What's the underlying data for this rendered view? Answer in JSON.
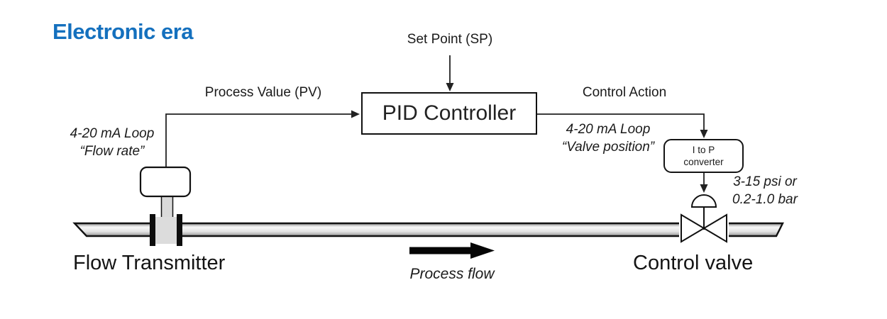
{
  "title": {
    "text": "Electronic era"
  },
  "diagram": {
    "set_point_label": "Set Point (SP)",
    "process_value_label": "Process Value (PV)",
    "control_action_label": "Control Action",
    "pid_controller_label": "PID Controller",
    "itop_converter": {
      "line1": "I to P",
      "line2": "converter"
    },
    "loop_flow": {
      "line1": "4-20 mA Loop",
      "line2": "“Flow rate”"
    },
    "loop_valve": {
      "line1": "4-20 mA Loop",
      "line2": "“Valve position”"
    },
    "pneumatic_range": {
      "line1": "3-15 psi or",
      "line2": "0.2-1.0 bar"
    },
    "flow_transmitter_label": "Flow Transmitter",
    "control_valve_label": "Control valve",
    "process_flow_label": "Process flow"
  },
  "colors": {
    "accent_blue": "#1470BE",
    "ink": "#1a1a1a",
    "pipe_light": "#f7f7f7",
    "pipe_dark": "#969696",
    "equipment_gray": "#d9d9d9"
  }
}
